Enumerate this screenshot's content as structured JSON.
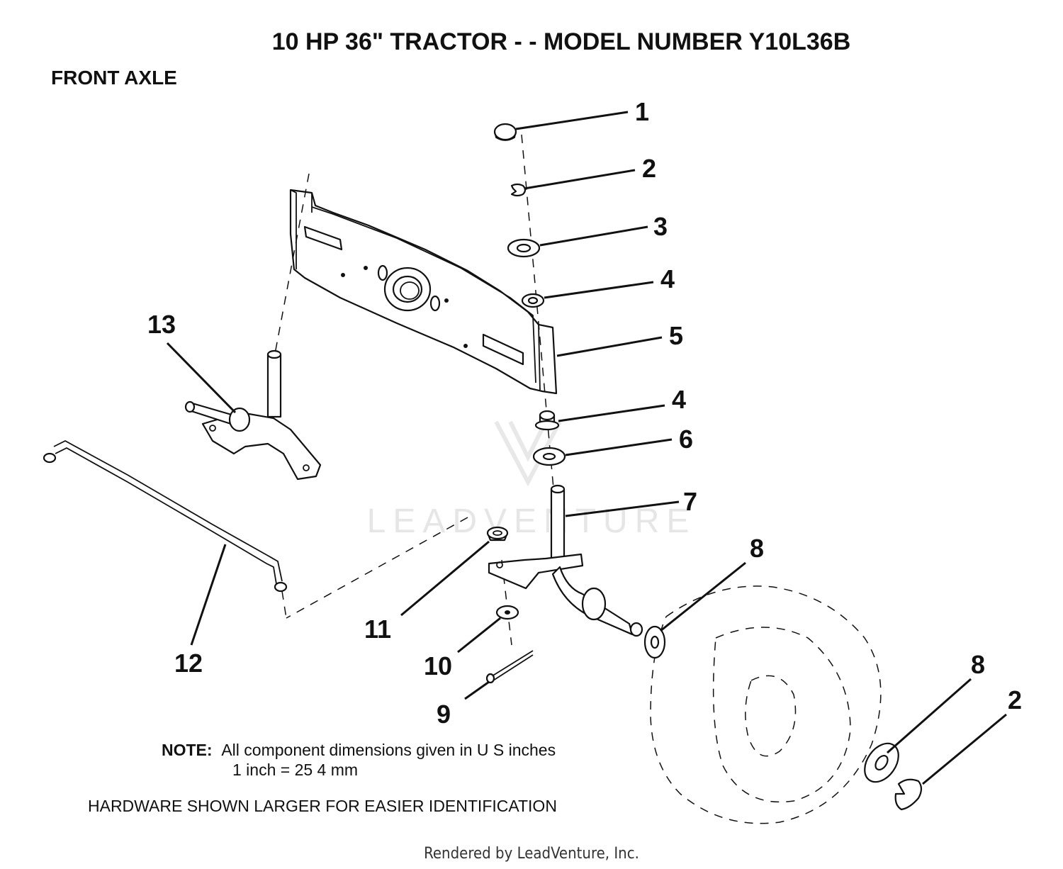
{
  "title": "10 HP 36\" TRACTOR - - MODEL NUMBER Y10L36B",
  "section": "FRONT AXLE",
  "callouts": [
    "1",
    "2",
    "3",
    "4",
    "5",
    "4",
    "6",
    "7",
    "8",
    "13",
    "11",
    "10",
    "12",
    "9",
    "8",
    "2"
  ],
  "note": {
    "label": "NOTE:",
    "line1": "All component dimensions given in U S  inches",
    "line2": "1 inch = 25 4 mm"
  },
  "hardware_note": "HARDWARE SHOWN LARGER FOR EASIER IDENTIFICATION",
  "watermark": "LEADVENTURE",
  "footer": "Rendered by LeadVenture, Inc."
}
